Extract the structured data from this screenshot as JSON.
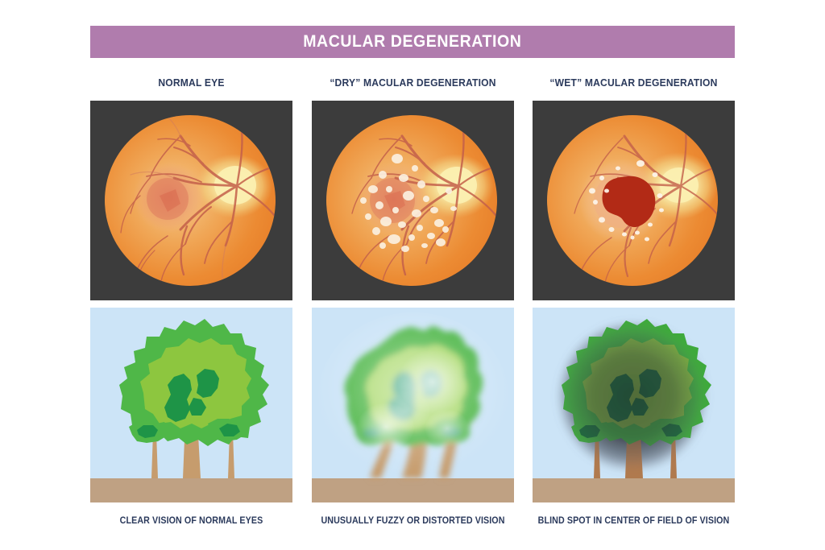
{
  "header": {
    "title": "MACULAR DEGENERATION",
    "banner_color": "#b07cad",
    "title_color": "#ffffff"
  },
  "columns": [
    {
      "id": "normal",
      "heading": "NORMAL EYE",
      "caption": "CLEAR VISION OF NORMAL EYES",
      "retina": {
        "background": "#3c3c3c",
        "fundus_color": "#ef8b33",
        "macula_color": "#e8845f",
        "optic_disc_color": "#f7e9a8",
        "vessel_color": "#c4604a",
        "drusen": false,
        "hemorrhage": false
      },
      "vision": {
        "sky_color": "#cce4f7",
        "ground_color": "#bfa183",
        "trunk_color": "#c69c6d",
        "foliage_outer": "#4fb748",
        "foliage_mid": "#8dc63f",
        "foliage_inner": "#1e9447",
        "effect": "none"
      }
    },
    {
      "id": "dry",
      "heading": "“DRY” MACULAR DEGENERATION",
      "caption": "UNUSUALLY FUZZY OR DISTORTED VISION",
      "retina": {
        "background": "#3c3c3c",
        "fundus_color": "#ef8b33",
        "macula_color": "#e8845f",
        "optic_disc_color": "#f7e9a8",
        "vessel_color": "#c4604a",
        "drusen": true,
        "drusen_color": "#fbf0e0",
        "hemorrhage": false
      },
      "vision": {
        "sky_color": "#cce4f7",
        "ground_color": "#bfa183",
        "trunk_color": "#c69c6d",
        "foliage_outer": "#4fb748",
        "foliage_mid": "#8dc63f",
        "foliage_inner": "#2f9e6b",
        "effect": "blurred-distorted-glare"
      }
    },
    {
      "id": "wet",
      "heading": "“WET” MACULAR DEGENERATION",
      "caption": "BLIND SPOT IN CENTER OF FIELD OF VISION",
      "retina": {
        "background": "#3c3c3c",
        "fundus_color": "#ef8b33",
        "macula_color": "#edb189",
        "optic_disc_color": "#f7e9a8",
        "vessel_color": "#c4604a",
        "drusen": true,
        "drusen_color": "#fdf6ec",
        "hemorrhage": true,
        "hemorrhage_color": "#b22a16"
      },
      "vision": {
        "sky_color": "#cce4f7",
        "ground_color": "#bfa183",
        "trunk_color": "#b07a4e",
        "foliage_outer": "#3faa3c",
        "foliage_mid": "#7cb33a",
        "foliage_inner": "#156b34",
        "effect": "central-dark-blind-spot",
        "blind_spot_color": "#3a4048"
      }
    }
  ]
}
